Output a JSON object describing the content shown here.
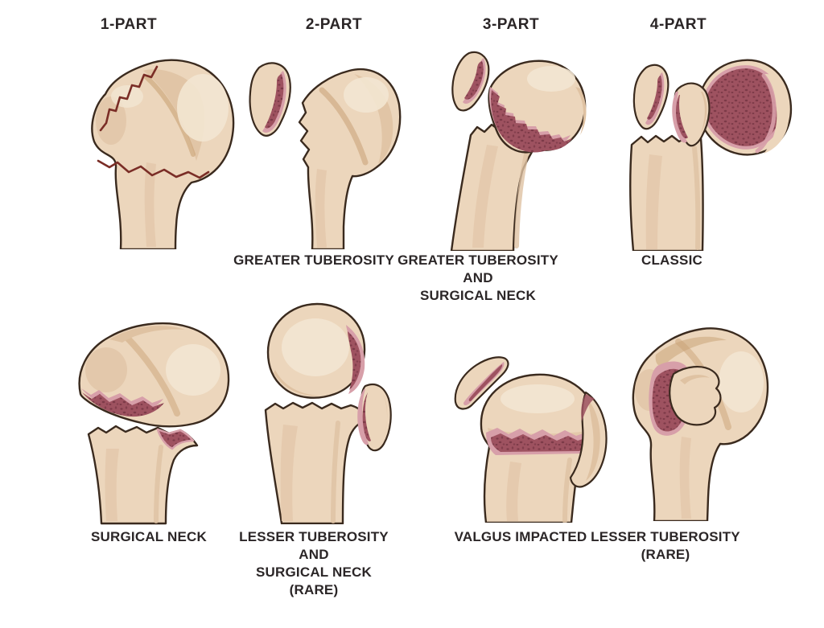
{
  "figure": {
    "background": "#FFFFFF",
    "subject": "Proximal humerus fracture classification"
  },
  "palette": {
    "bone": "#ECD6BC",
    "bone_highlight": "#F3E6D2",
    "bone_shade": "#DFC2A2",
    "bone_deep": "#C9A175",
    "outline": "#3A2A1E",
    "cancellous": "#9E5260",
    "cancellous_dark": "#7C3A48",
    "rim_pink": "#D79FA9",
    "fracture_line": "#7A2D26",
    "text": "#2B2627"
  },
  "headers": [
    "1-PART",
    "2-PART",
    "3-PART",
    "4-PART"
  ],
  "captions": {
    "top": [
      {
        "lines": []
      },
      {
        "lines": [
          "GREATER TUBEROSITY"
        ]
      },
      {
        "lines": [
          "GREATER TUBEROSITY",
          "AND",
          "SURGICAL NECK"
        ]
      },
      {
        "lines": [
          "CLASSIC"
        ]
      }
    ],
    "bottom": [
      {
        "lines": [
          "SURGICAL NECK"
        ]
      },
      {
        "lines": [
          "LESSER TUBEROSITY",
          "AND",
          "SURGICAL NECK",
          "(RARE)"
        ]
      },
      {
        "lines": [
          "VALGUS IMPACTED"
        ]
      },
      {
        "lines": [
          "LESSER TUBEROSITY",
          "(RARE)"
        ]
      }
    ]
  }
}
